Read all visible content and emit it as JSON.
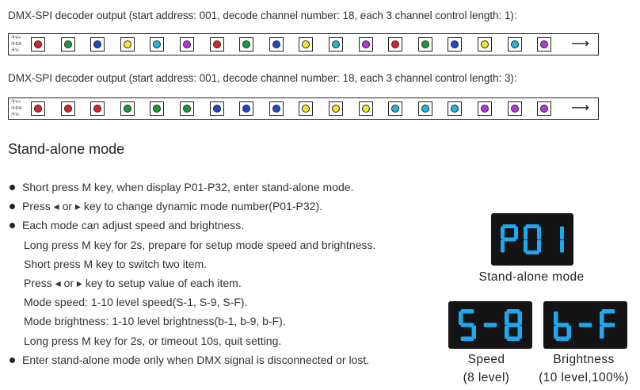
{
  "strip1": {
    "caption": "DMX-SPI decoder output (start address: 001, decode channel number: 18, each 3 channel control length: 1):",
    "pins": [
      "V+",
      "DA",
      "V-"
    ],
    "colors": [
      "#e0202a",
      "#1a9a3a",
      "#2248c8",
      "#f3e62a",
      "#22b8d8",
      "#b835d8",
      "#e0202a",
      "#1a9a3a",
      "#2248c8",
      "#f3e62a",
      "#22b8d8",
      "#b835d8",
      "#e0202a",
      "#1a9a3a",
      "#2248c8",
      "#f3e62a",
      "#22b8d8",
      "#b835d8"
    ],
    "arrow": "⟶"
  },
  "strip2": {
    "caption": "DMX-SPI decoder output (start address: 001, decode channel number: 18, each 3 channel control length: 3):",
    "pins": [
      "V+",
      "DA",
      "V-"
    ],
    "colors": [
      "#e0202a",
      "#e0202a",
      "#e0202a",
      "#1a9a3a",
      "#1a9a3a",
      "#1a9a3a",
      "#2248c8",
      "#2248c8",
      "#2248c8",
      "#f3e62a",
      "#f3e62a",
      "#f3e62a",
      "#22b8d8",
      "#22b8d8",
      "#22b8d8",
      "#b835d8",
      "#b835d8",
      "#b835d8"
    ],
    "arrow": "⟶"
  },
  "section_title": "Stand-alone mode",
  "bullets": [
    {
      "type": "bullet",
      "text": "Short press M key, when display P01-P32, enter stand-alone mode."
    },
    {
      "type": "bullet",
      "text": "Press ◂ or ▸ key to change dynamic mode number(P01-P32)."
    },
    {
      "type": "bullet",
      "text": "Each mode can adjust speed and brightness."
    },
    {
      "type": "sub",
      "text": "Long press M key for 2s, prepare for setup mode speed and brightness."
    },
    {
      "type": "sub",
      "text": "Short press M key to switch two item."
    },
    {
      "type": "sub",
      "text": "Press ◂ or ▸ key to setup value of each item."
    },
    {
      "type": "sub",
      "text": "Mode speed: 1-10 level speed(S-1, S-9, S-F)."
    },
    {
      "type": "sub",
      "text": "Mode brightness: 1-10 level brightness(b-1, b-9, b-F)."
    },
    {
      "type": "sub",
      "text": "Long press M key for 2s, or timeout 10s, quit setting."
    },
    {
      "type": "bullet",
      "text": "Enter stand-alone mode only when DMX signal is disconnected or lost."
    }
  ],
  "displays": {
    "standalone": {
      "digits": "P01",
      "label": "Stand-alone mode"
    },
    "speed": {
      "digits": "S-8",
      "label1": "Speed",
      "label2": "(8 level)"
    },
    "brightness": {
      "digits": "b-F",
      "label1": "Brightness",
      "label2": "(10 level,100%)"
    },
    "segment_color": "#1ea8f0"
  }
}
